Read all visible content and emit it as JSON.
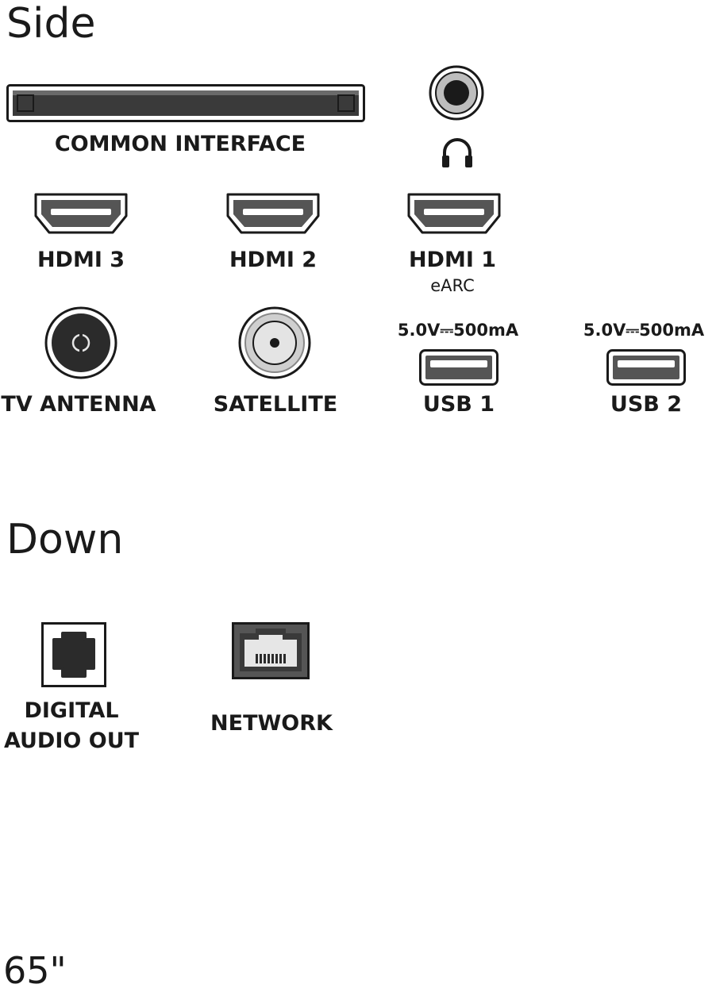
{
  "side": {
    "heading": "Side",
    "common_interface": {
      "label": "COMMON INTERFACE",
      "icon": "common-interface-slot-icon"
    },
    "headphone": {
      "icon": "headphone-icon"
    },
    "hdmi3": {
      "label": "HDMI 3"
    },
    "hdmi2": {
      "label": "HDMI 2"
    },
    "hdmi1": {
      "label": "HDMI 1",
      "sublabel": "eARC"
    },
    "tv_antenna": {
      "label": "TV ANTENNA"
    },
    "satellite": {
      "label": "SATELLITE"
    },
    "usb1": {
      "label": "USB 1",
      "rating": "5.0V⎓500mA"
    },
    "usb2": {
      "label": "USB 2",
      "rating": "5.0V⎓500mA"
    }
  },
  "down": {
    "heading": "Down",
    "digital_audio": {
      "label_line1": "DIGITAL",
      "label_line2": "AUDIO OUT"
    },
    "network": {
      "label": "NETWORK"
    }
  },
  "screen_size": "65\"",
  "colors": {
    "ink": "#1a1a1a",
    "port_gray": "#555555",
    "light_gray": "#cfcfcf"
  }
}
